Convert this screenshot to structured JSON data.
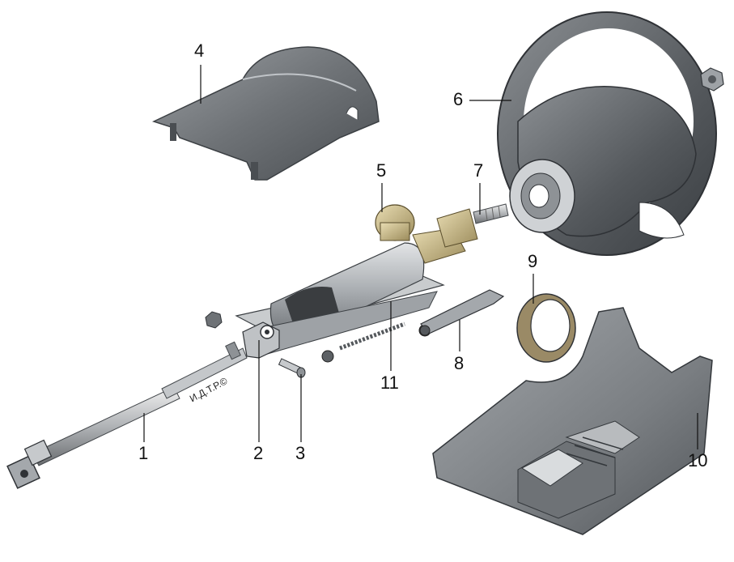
{
  "watermark": "И.Д.Т.Р.©",
  "callouts": {
    "c1": "1",
    "c2": "2",
    "c3": "3",
    "c4": "4",
    "c5": "5",
    "c6": "6",
    "c7": "7",
    "c8": "8",
    "c9": "9",
    "c10": "10",
    "c11": "11"
  },
  "colors": {
    "metal": "#b9bcbf",
    "dark": "#5c6064",
    "brass": "#c8b88a",
    "line": "#111111"
  }
}
